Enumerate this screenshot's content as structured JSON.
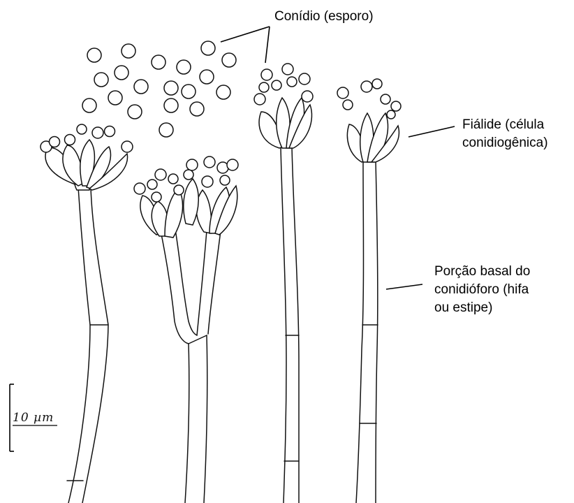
{
  "labels": {
    "conidium": "Conídio (esporo)",
    "phialide_line1": "Fiálide (célula",
    "phialide_line2": "conidiogênica)",
    "basal_line1": "Porção basal do",
    "basal_line2": "conidióforo (hifa",
    "basal_line3": "ou estipe)"
  },
  "scale_bar": {
    "text": "10 µm"
  },
  "colors": {
    "ink": "#111111",
    "background": "#ffffff"
  }
}
